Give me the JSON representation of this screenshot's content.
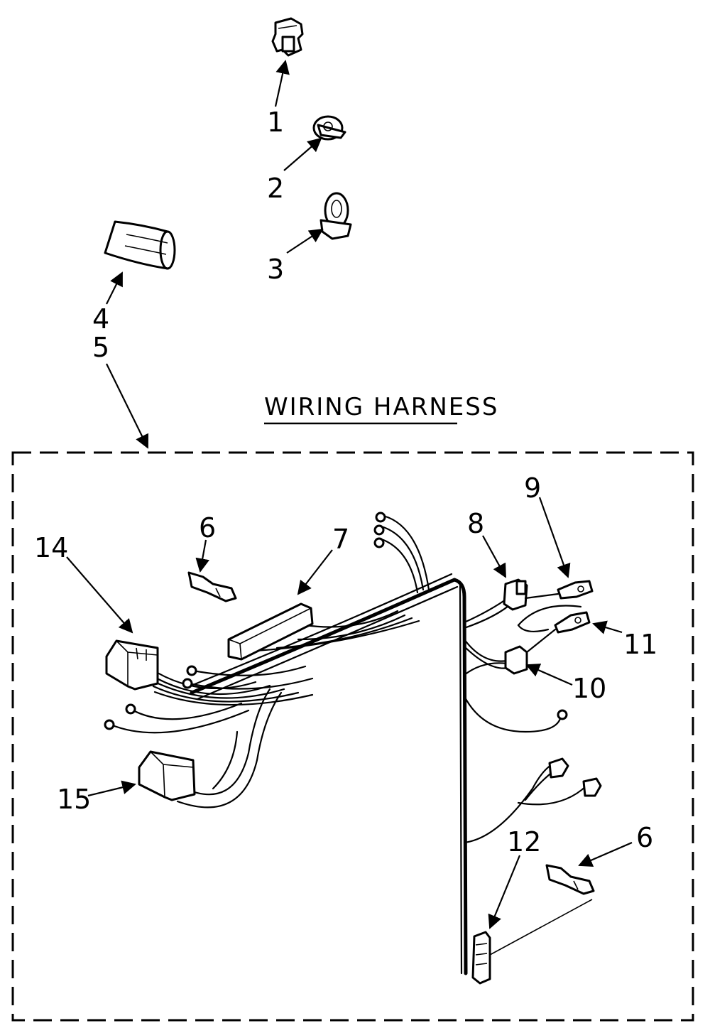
{
  "diagram": {
    "title": "WIRING HARNESS",
    "callouts": {
      "c1": "1",
      "c2": "2",
      "c3": "3",
      "c4": "4",
      "c5": "5",
      "c6a": "6",
      "c6b": "6",
      "c7": "7",
      "c8": "8",
      "c9": "9",
      "c10": "10",
      "c11": "11",
      "c12": "12",
      "c14": "14",
      "c15": "15"
    }
  }
}
